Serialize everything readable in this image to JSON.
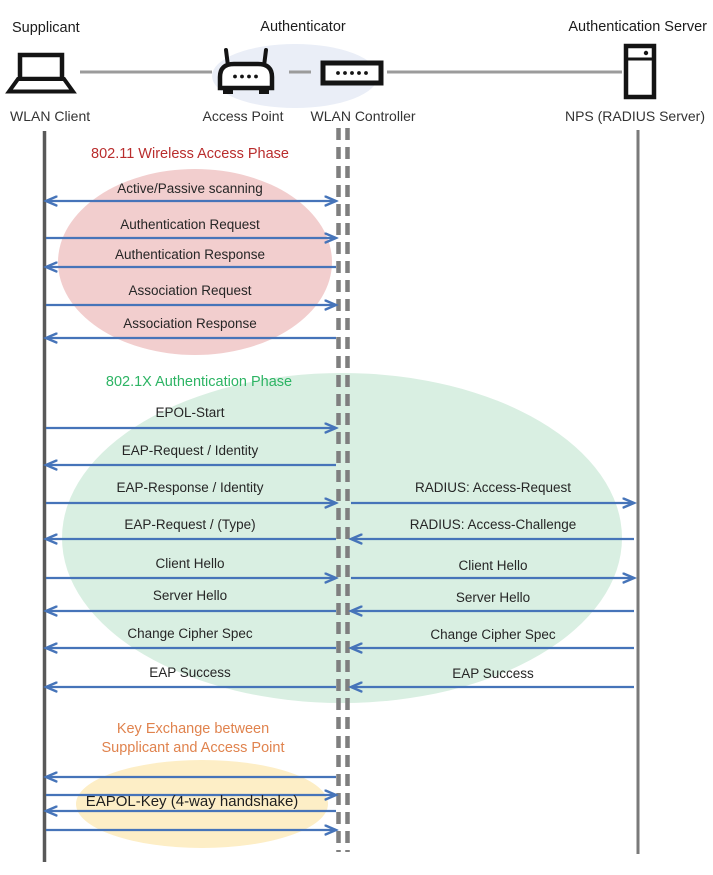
{
  "actors": {
    "supplicant": {
      "role": "Supplicant",
      "device": "WLAN Client"
    },
    "authenticator": {
      "role": "Authenticator",
      "access_point": "Access Point",
      "wlan_controller": "WLAN Controller"
    },
    "authentication_server": {
      "role": "Authentication Server",
      "device": "NPS (RADIUS Server)"
    }
  },
  "phase1": {
    "title": "802.11 Wireless Access Phase",
    "title_color": "#b92d2d",
    "ellipse_color": "#f2cece",
    "messages": [
      {
        "label": "Active/Passive scanning",
        "direction": "both"
      },
      {
        "label": "Authentication Request",
        "direction": "right"
      },
      {
        "label": "Authentication Response",
        "direction": "left"
      },
      {
        "label": "Association Request",
        "direction": "right"
      },
      {
        "label": "Association Response",
        "direction": "left"
      }
    ]
  },
  "phase2": {
    "title": "802.1X Authentication Phase",
    "title_color": "#2db464",
    "ellipse_color": "#d9efe2",
    "left_messages": [
      {
        "label": "EPOL-Start",
        "direction": "right"
      },
      {
        "label": "EAP-Request / Identity",
        "direction": "left"
      },
      {
        "label": "EAP-Response / Identity",
        "direction": "right"
      },
      {
        "label": "EAP-Request / (Type)",
        "direction": "left"
      },
      {
        "label": "Client Hello",
        "direction": "right"
      },
      {
        "label": "Server Hello",
        "direction": "left"
      },
      {
        "label": "Change Cipher Spec",
        "direction": "left"
      },
      {
        "label": "EAP Success",
        "direction": "left"
      }
    ],
    "right_messages": [
      {
        "label": "RADIUS: Access-Request",
        "direction": "right"
      },
      {
        "label": "RADIUS: Access-Challenge",
        "direction": "left"
      },
      {
        "label": "Client Hello",
        "direction": "right"
      },
      {
        "label": "Server Hello",
        "direction": "left"
      },
      {
        "label": "Change Cipher Spec",
        "direction": "left"
      },
      {
        "label": "EAP Success",
        "direction": "left"
      }
    ]
  },
  "phase3": {
    "title_line1": "Key Exchange between",
    "title_line2": "Supplicant and Access Point",
    "title_color": "#e0834e",
    "ellipse_color": "#fdeec6",
    "message": {
      "label": "EAPOL-Key (4-way handshake)",
      "arrow_directions": [
        "left",
        "right",
        "left",
        "right"
      ]
    }
  },
  "colors": {
    "arrow": "#4674b9",
    "lifeline_left": "#595959",
    "lifeline_right": "#7a7a7a",
    "lifeline_center_dashed": "#7f7f7f",
    "connector": "#9b9b9b",
    "authenticator_ellipse": "#eaeef7",
    "text": "#262626"
  }
}
